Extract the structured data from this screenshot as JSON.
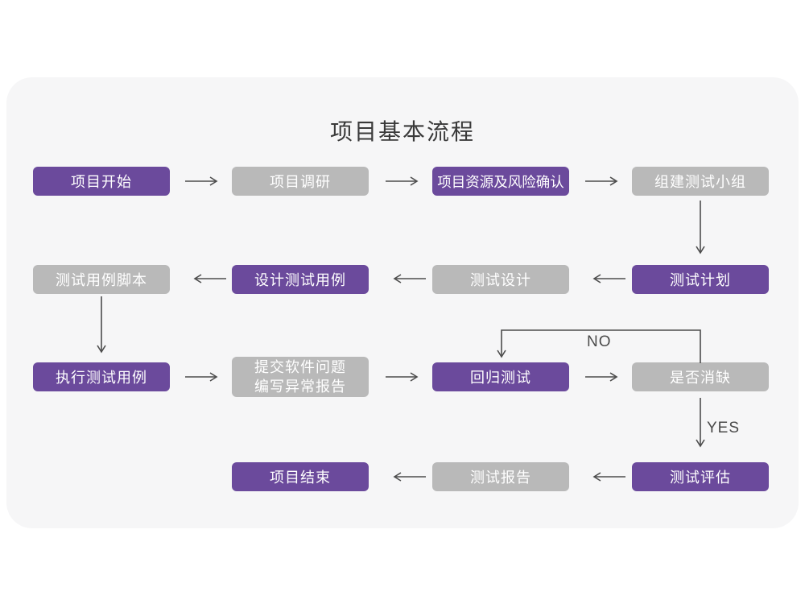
{
  "title": "项目基本流程",
  "colors": {
    "primary_node": "#6b4a9c",
    "secondary_node": "#b9b9b9",
    "node_text": "#ffffff",
    "card_background": "#f6f6f7",
    "page_background": "#ffffff",
    "arrow": "#4d4d4d",
    "title_text": "#3a3a3a"
  },
  "nodes": [
    {
      "label": "项目开始",
      "type": "primary"
    },
    {
      "label": "项目调研",
      "type": "secondary"
    },
    {
      "label": "项目资源及风险确认",
      "type": "primary"
    },
    {
      "label": "组建测试小组",
      "type": "secondary"
    },
    {
      "label": "测试计划",
      "type": "primary"
    },
    {
      "label": "测试设计",
      "type": "secondary"
    },
    {
      "label": "设计测试用例",
      "type": "primary"
    },
    {
      "label": "测试用例脚本",
      "type": "secondary"
    },
    {
      "label": "执行测试用例",
      "type": "primary"
    },
    {
      "label_line1": "提交软件问题",
      "label_line2": "编写异常报告",
      "type": "secondary"
    },
    {
      "label": "回归测试",
      "type": "primary"
    },
    {
      "label": "是否消缺",
      "type": "secondary"
    },
    {
      "label": "测试评估",
      "type": "primary"
    },
    {
      "label": "测试报告",
      "type": "secondary"
    },
    {
      "label": "项目结束",
      "type": "primary"
    }
  ],
  "edge_labels": {
    "no": "NO",
    "yes": "YES"
  },
  "connections": [
    {
      "from": "项目开始",
      "to": "项目调研"
    },
    {
      "from": "项目调研",
      "to": "项目资源及风险确认"
    },
    {
      "from": "项目资源及风险确认",
      "to": "组建测试小组"
    },
    {
      "from": "组建测试小组",
      "to": "测试计划"
    },
    {
      "from": "测试计划",
      "to": "测试设计"
    },
    {
      "from": "测试设计",
      "to": "设计测试用例"
    },
    {
      "from": "设计测试用例",
      "to": "测试用例脚本"
    },
    {
      "from": "测试用例脚本",
      "to": "执行测试用例"
    },
    {
      "from": "执行测试用例",
      "to": "提交软件问题 编写异常报告"
    },
    {
      "from": "提交软件问题 编写异常报告",
      "to": "回归测试"
    },
    {
      "from": "回归测试",
      "to": "是否消缺"
    },
    {
      "from": "是否消缺",
      "to": "回归测试",
      "label": "NO"
    },
    {
      "from": "是否消缺",
      "to": "测试评估",
      "label": "YES"
    },
    {
      "from": "测试评估",
      "to": "测试报告"
    },
    {
      "from": "测试报告",
      "to": "项目结束"
    }
  ]
}
